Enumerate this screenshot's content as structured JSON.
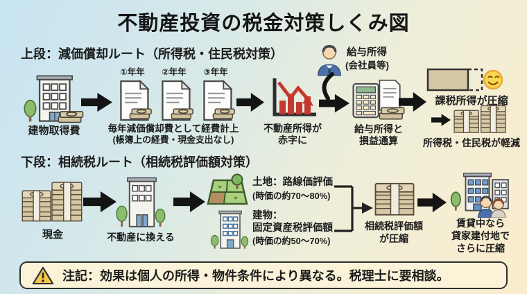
{
  "title": "不動産投資の税金対策しくみ図",
  "upper": {
    "header": "上段：減価償却ルート（所得税・住民税対策）",
    "building_label": "建物取得費",
    "years": [
      "①年年",
      "②年年",
      "③年年"
    ],
    "depreciation_lines": [
      "毎年減価償却費として経費計上",
      "(帳簿上の経費・現金支出なし)"
    ],
    "deficit_lines": [
      "不動産所得が",
      "赤字に"
    ],
    "salary_lines": [
      "給与所得",
      "(会社員等)"
    ],
    "offset_lines": [
      "給与所得と",
      "損益通算"
    ],
    "compressed_label": "課税所得が圧縮",
    "reduced_label": "所得税・住民税が軽減"
  },
  "lower": {
    "header": "下段：相続税ルート（相続税評価額対策）",
    "cash_label": "現金",
    "convert_label": "不動産に換える",
    "land_lines": [
      "土地：路線価評価",
      "(時価の約70〜80%)"
    ],
    "building_lines": [
      "建物：",
      "固定資産税評価額",
      "(時価の約50〜70%)"
    ],
    "compressed_lines": [
      "相続税評価額",
      "が圧縮"
    ],
    "rental_lines": [
      "賃貸中なら",
      "貸家建付地で",
      "さらに圧縮"
    ]
  },
  "note": {
    "text": "注記：効果は個人の所得・物件条件により異なる。税理士に要相談。"
  },
  "colors": {
    "bg_top_left": "#c7e3f2",
    "bg_bottom_right": "#fbedcd",
    "arrow": "#141414",
    "chart_red": "#c4392f",
    "money": "#d6c8a3",
    "note_bg": "#fbf3d8",
    "warning_yellow": "#f7c64a",
    "smiley_yellow": "#fad74e"
  }
}
